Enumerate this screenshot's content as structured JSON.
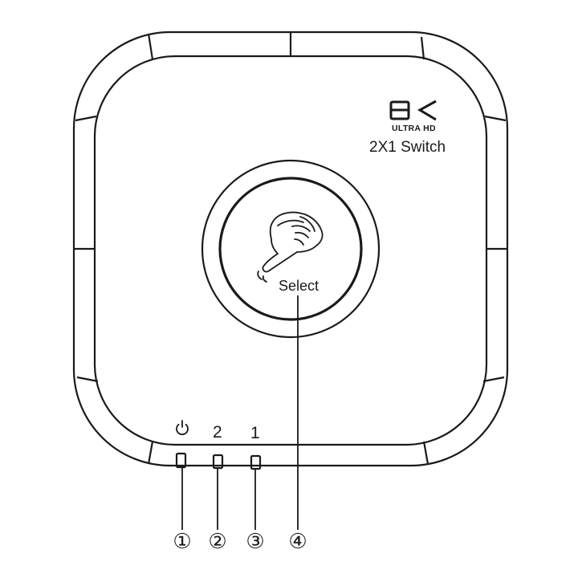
{
  "brand": {
    "logo_text": "8K",
    "logo_sub": "ULTRA HD",
    "product_name": "2X1 Switch"
  },
  "button": {
    "label": "Select",
    "icon": "pointing-hand-icon"
  },
  "indicators": [
    {
      "label": "⏻",
      "icon": "power-icon"
    },
    {
      "label": "2"
    },
    {
      "label": "1"
    }
  ],
  "callouts": [
    "①",
    "②",
    "③",
    "④"
  ],
  "colors": {
    "stroke": "#1a1a1a",
    "background": "#ffffff"
  }
}
